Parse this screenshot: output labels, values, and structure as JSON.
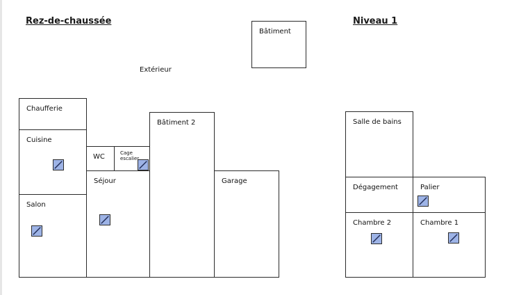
{
  "headings": {
    "ground_floor": "Rez-de-chaussée",
    "level_1": "Niveau 1"
  },
  "labels": {
    "exterior": "Extérieur"
  },
  "rooms": {
    "batiment": "Bâtiment",
    "chaufferie": "Chaufferie",
    "cuisine": "Cuisine",
    "wc": "WC",
    "cage_escalier": "Cage escalier",
    "batiment2": "Bâtiment 2",
    "sejour": "Séjour",
    "garage": "Garage",
    "salon": "Salon",
    "salle_de_bains": "Salle de bains",
    "degagement": "Dégagement",
    "palier": "Palier",
    "chambre2": "Chambre 2",
    "chambre1": "Chambre 1"
  },
  "icons": {
    "sensor": "sensor-icon"
  },
  "colors": {
    "sensor_fill": "#9db3e6",
    "outline": "#2a2a2a"
  }
}
